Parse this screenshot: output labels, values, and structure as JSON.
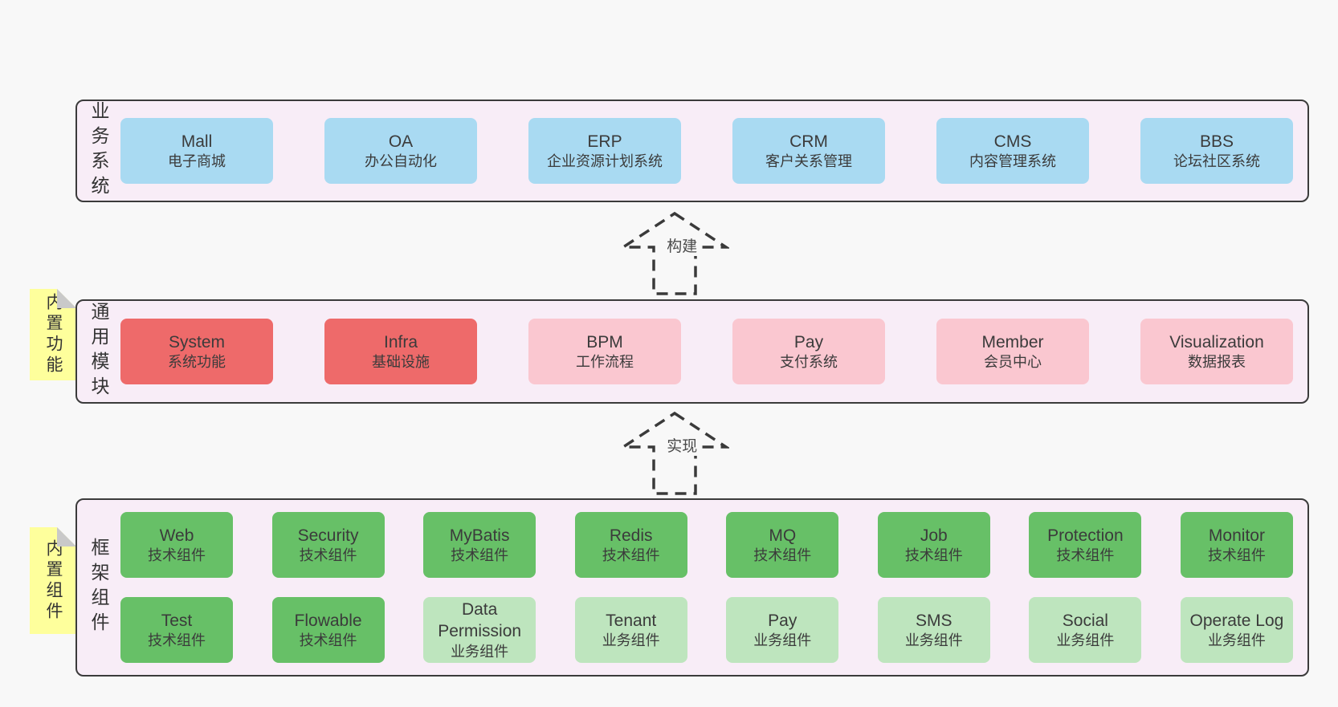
{
  "colors": {
    "page_bg": "#f8f8f8",
    "panel_bg": "#f8edf7",
    "panel_border": "#3b3b3b",
    "business_system_box": "#a9daf2",
    "core_module_box": "#ee6a6a",
    "optional_module_box": "#fac7d0",
    "tech_component_box": "#67c067",
    "biz_component_box": "#bee5be",
    "sticky_note": "#feff9c",
    "arrow_stroke": "#3a3a3a"
  },
  "layers": [
    {
      "label": "业务系统",
      "boxes": [
        {
          "en": "Mall",
          "cn": "电子商城"
        },
        {
          "en": "OA",
          "cn": "办公自动化"
        },
        {
          "en": "ERP",
          "cn": "企业资源计划系统"
        },
        {
          "en": "CRM",
          "cn": "客户关系管理"
        },
        {
          "en": "CMS",
          "cn": "内容管理系统"
        },
        {
          "en": "BBS",
          "cn": "论坛社区系统"
        }
      ]
    },
    {
      "label": "通用模块",
      "note": "内置功能",
      "boxes": [
        {
          "en": "System",
          "cn": "系统功能"
        },
        {
          "en": "Infra",
          "cn": "基础设施"
        },
        {
          "en": "BPM",
          "cn": "工作流程"
        },
        {
          "en": "Pay",
          "cn": "支付系统"
        },
        {
          "en": "Member",
          "cn": "会员中心"
        },
        {
          "en": "Visualization",
          "cn": "数据报表"
        }
      ]
    },
    {
      "label": "框架组件",
      "note": "内置组件",
      "row1": [
        {
          "en": "Web",
          "cn": "技术组件"
        },
        {
          "en": "Security",
          "cn": "技术组件"
        },
        {
          "en": "MyBatis",
          "cn": "技术组件"
        },
        {
          "en": "Redis",
          "cn": "技术组件"
        },
        {
          "en": "MQ",
          "cn": "技术组件"
        },
        {
          "en": "Job",
          "cn": "技术组件"
        },
        {
          "en": "Protection",
          "cn": "技术组件"
        },
        {
          "en": "Monitor",
          "cn": "技术组件"
        }
      ],
      "row2": [
        {
          "en": "Test",
          "cn": "技术组件"
        },
        {
          "en": "Flowable",
          "cn": "技术组件"
        },
        {
          "en": "Data Permission",
          "cn": "业务组件"
        },
        {
          "en": "Tenant",
          "cn": "业务组件"
        },
        {
          "en": "Pay",
          "cn": "业务组件"
        },
        {
          "en": "SMS",
          "cn": "业务组件"
        },
        {
          "en": "Social",
          "cn": "业务组件"
        },
        {
          "en": "Operate Log",
          "cn": "业务组件"
        }
      ]
    }
  ],
  "arrows": [
    {
      "label": "构建"
    },
    {
      "label": "实现"
    }
  ]
}
